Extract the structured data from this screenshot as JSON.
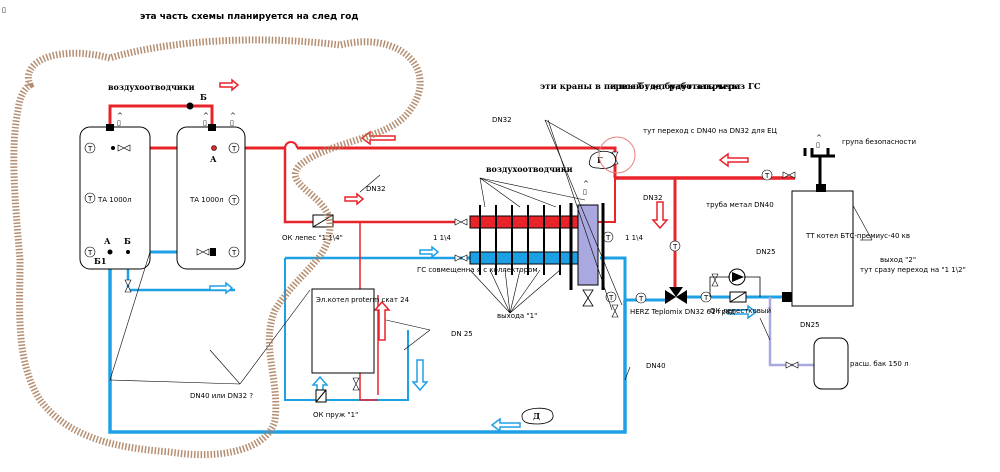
{
  "labels": {
    "top_note": "эта часть схемы планируется на след год",
    "air_vents_left": "воздухоотводчики",
    "air_vents_center": "воздухоотводчики",
    "tank_a1": "ТА 1000л",
    "tank_a2": "ТА 1000л",
    "mark_b_top": "Б",
    "mark_a_upper": "А",
    "mark_a_lower": "А",
    "mark_b_lower": "Б",
    "mark_b1": "Б1",
    "mark_g": "Г",
    "mark_d": "Д",
    "dn32_top": "DN32",
    "dn32_mid": "DN32",
    "dn32_right": "DN32",
    "dn25_left": "DN 25",
    "dn25_right_top": "DN25",
    "dn25_right_bottom": "DN25",
    "dn40_bottom": "DN40",
    "dn40_or_dn32": "DN40 или DN32 ?",
    "ok_petal": "ОК лепес \"1 1\\4\"",
    "size_1_1_4_left": "1 1\\4",
    "size_1_1_4_right": "1 1\\4",
    "gs_note": "ГС совмещенна я с коллектором",
    "outputs_1": "выхода \"1\"",
    "el_boiler": "Эл.котел proterm скат 24",
    "ok_spring": "ОК пруж \"1\"",
    "valves_closed": "эти краны в первый год будут закрыты",
    "via_gs": "и все будет работать через ГС",
    "transition_note": "тут переход с DN40 на DN32 для ЕЦ",
    "safety_group": "група безопасности",
    "metal_pipe": "труба метал DN40",
    "tt_boiler": "ТТ котел БТС-премиус-40 кв",
    "output_2": "выход \"2\"",
    "transition_1_1_2": "тут сразу переход на \"1 1\\2\"",
    "herz": "HERZ Teplomix DN32 61 град",
    "ok_petal_right": "ОК лепестковый",
    "exp_tank": "расш. бак 150 л",
    "t": "T",
    "glyph_box": "▯",
    "glyph_caret": "^"
  },
  "colors": {
    "hot": "#e8242a",
    "cold": "#1ea0e6",
    "expansion": "#a9a9e0",
    "cloud": "#a87a58"
  }
}
